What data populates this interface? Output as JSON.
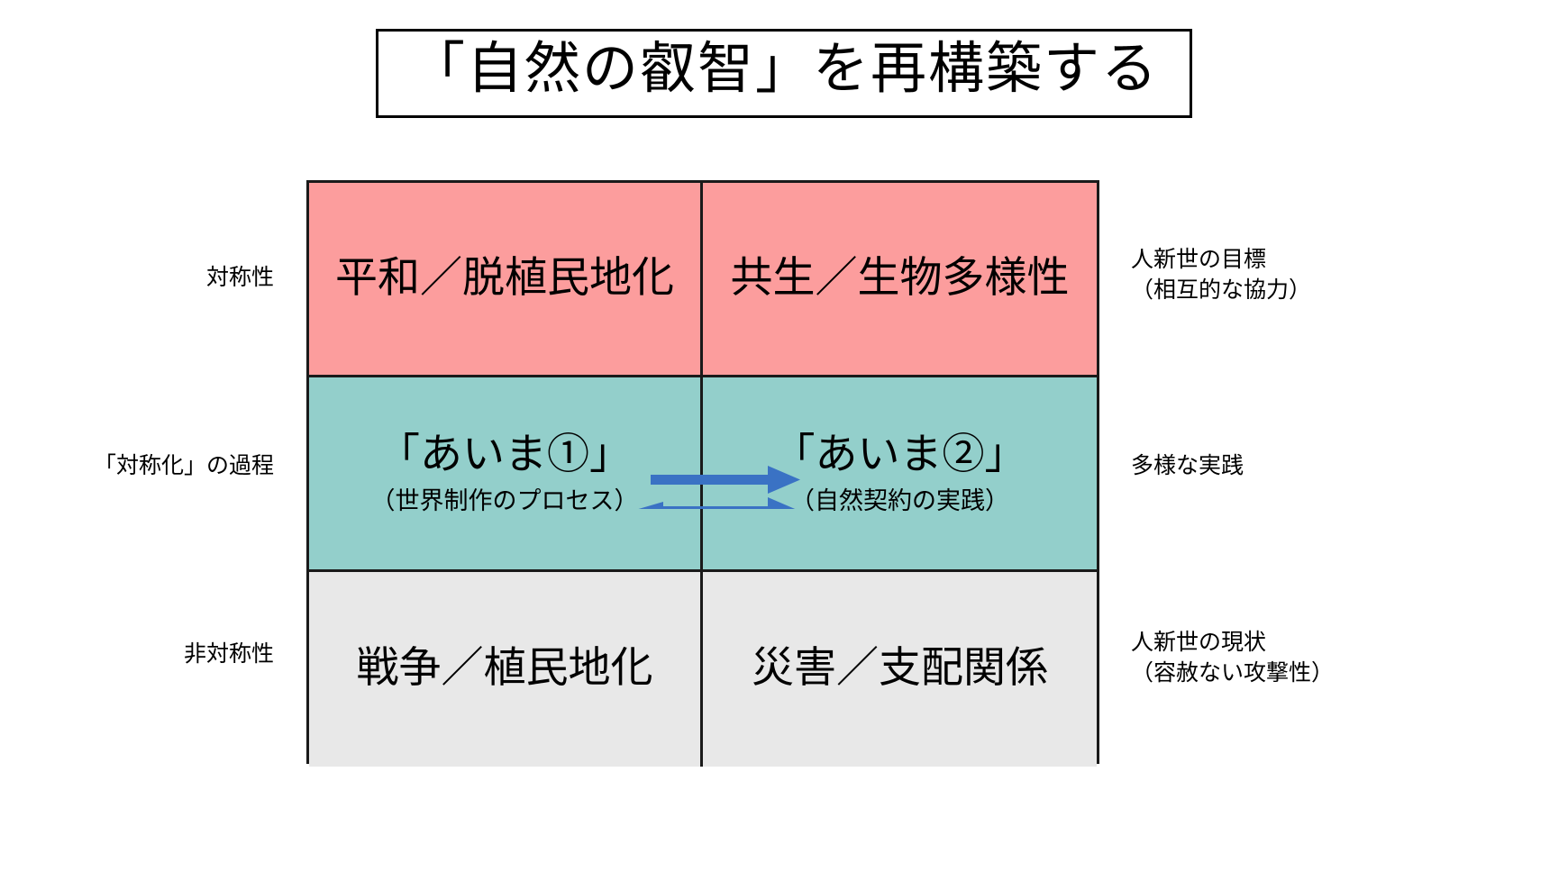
{
  "title": {
    "text": "「自然の叡智」を再構築する"
  },
  "colors": {
    "goal_row": "#fc9d9d",
    "middle_row": "#93cfcb",
    "current_row": "#e8e8e8",
    "arrow": "#3a72c4",
    "border": "#1a1a1a",
    "background": "#ffffff"
  },
  "matrix": {
    "rows": [
      {
        "id": "goal",
        "left_label": "対称性",
        "right_label_main": "人新世の目標",
        "right_label_sub": "（相互的な協力）",
        "cells": [
          {
            "main": "平和／脱植民地化",
            "sub": ""
          },
          {
            "main": "共生／生物多様性",
            "sub": ""
          }
        ]
      },
      {
        "id": "middle",
        "left_label": "「対称化」の過程",
        "right_label_main": "多様な実践",
        "right_label_sub": "",
        "cells": [
          {
            "main": "「あいま①」",
            "sub": "（世界制作のプロセス）"
          },
          {
            "main": "「あいま②」",
            "sub": "（自然契約の実践）"
          }
        ]
      },
      {
        "id": "current",
        "left_label": "非対称性",
        "right_label_main": "人新世の現状",
        "right_label_sub": "（容赦ない攻撃性）",
        "cells": [
          {
            "main": "戦争／植民地化",
            "sub": ""
          },
          {
            "main": "災害／支配関係",
            "sub": ""
          }
        ]
      }
    ]
  },
  "arrows": {
    "top": {
      "name": "arrow-right",
      "direction": "right"
    },
    "bottom": {
      "name": "arrow-left-right",
      "direction": "bidirectional"
    }
  }
}
